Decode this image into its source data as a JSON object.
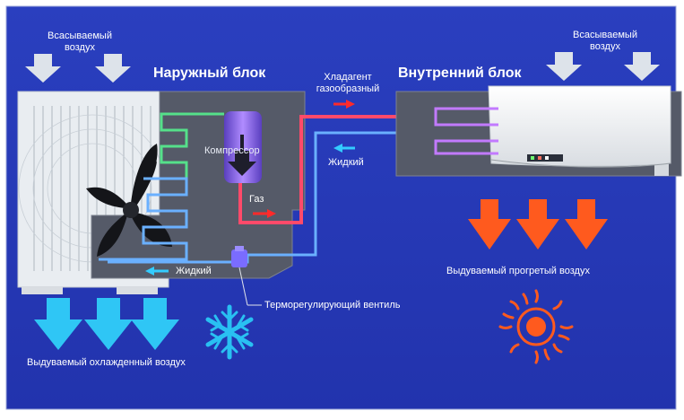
{
  "outdoor": {
    "title": "Наружный блок",
    "intake": [
      "Всасываемый",
      "воздух"
    ],
    "compressor": "Компрессор",
    "gas": "Газ",
    "liquid": "Жидкий",
    "exhaust": "Выдуваемый охлажденный воздух"
  },
  "indoor": {
    "title": "Внутренний блок",
    "intake": [
      "Всасываемый",
      "воздух"
    ],
    "exhaust": "Выдуваемый прогретый воздух"
  },
  "pipes": {
    "refrigerant_gas": [
      "Хладагент",
      "газообразный"
    ],
    "liquid": "Жидкий"
  },
  "valve": "Терморегулирующий вентиль",
  "colors": {
    "background": "#2438b8",
    "hot_pipe": "#ff4a6a",
    "cold_pipe": "#6ab0ff",
    "green_coil": "#55e08a",
    "purple_coil": "#c27aff",
    "cold_arrow": "#2fc6f5",
    "warm_arrow": "#ff5a1e",
    "intake_arrow": "#dde3ea"
  },
  "icons": [
    "snowflake-icon",
    "sun-icon",
    "fan-icon"
  ]
}
